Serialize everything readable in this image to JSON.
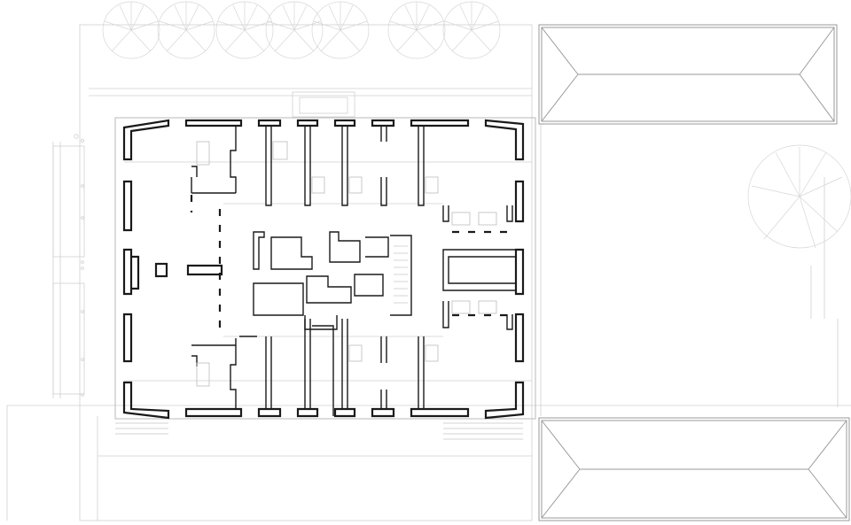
{
  "drawing": {
    "kind": "architectural floor plan",
    "line_color": "#1a1a1a",
    "context_line_color": "#cfcfcf",
    "background": "#ffffff"
  },
  "elements": {
    "trees": [
      "tree-icon"
    ],
    "roofs": [
      "hipped-roof-north",
      "hipped-roof-south"
    ]
  }
}
